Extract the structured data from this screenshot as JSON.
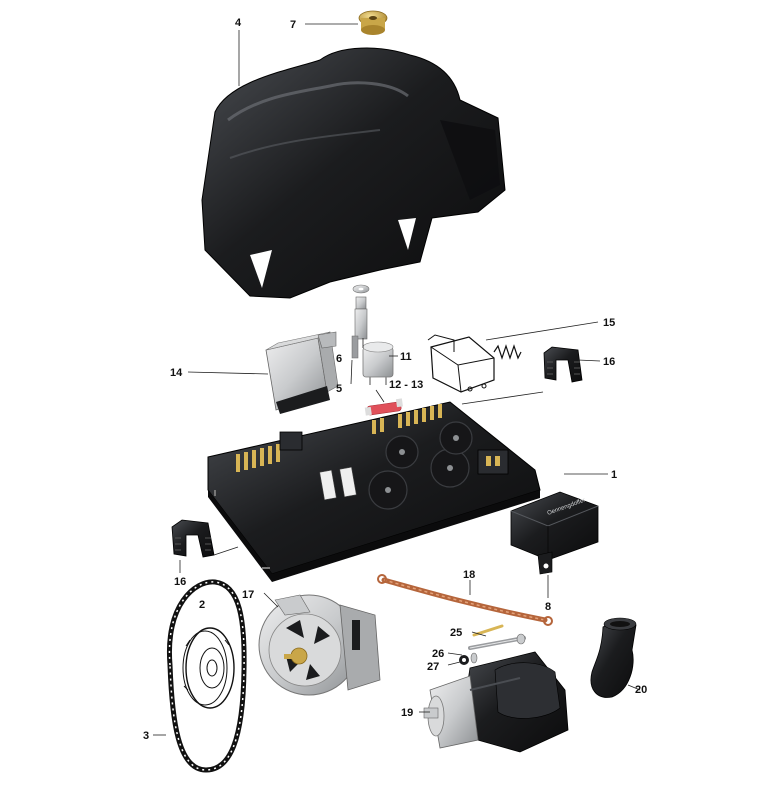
{
  "callouts": {
    "c4": "4",
    "c7": "7",
    "c6": "6",
    "c11": "11",
    "c5": "5",
    "c12_13": "12 - 13",
    "c14": "14",
    "c15": "15",
    "c16a": "16",
    "c1": "1",
    "c16b": "16",
    "c18": "18",
    "c8": "8",
    "c17": "17",
    "c2": "2",
    "c25": "25",
    "c26": "26",
    "c27": "27",
    "c20": "20",
    "c19": "19",
    "c3": "3"
  },
  "part_labels": {
    "relay_brand": "Oennengdoffer"
  },
  "colors": {
    "part_black": "#1b1c1e",
    "part_highlight": "#4a4d52",
    "metal_silver": "#c9cbcd",
    "metal_dark": "#8d9093",
    "brass": "#c9a648",
    "copper": "#b5653b",
    "fuse_red": "#e0505a",
    "line": "#222222"
  }
}
